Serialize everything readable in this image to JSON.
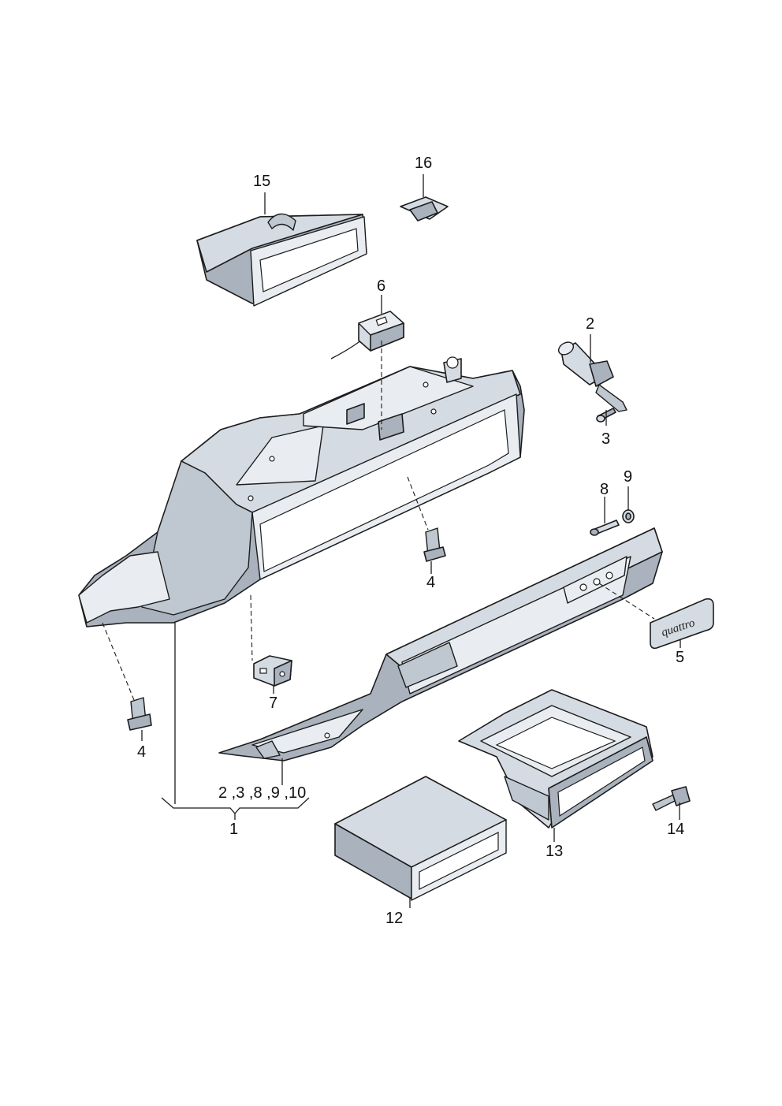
{
  "callouts": {
    "c1": "1",
    "c2": "2",
    "c3": "3",
    "c4a": "4",
    "c4b": "4",
    "c5": "5",
    "c6": "6",
    "c7": "7",
    "c8": "8",
    "c9": "9",
    "c12": "12",
    "c13": "13",
    "c14": "14",
    "c15": "15",
    "c16": "16",
    "group_members": "2 ,3 ,8 ,9 ,10"
  },
  "emblem_text": "quattro",
  "colors": {
    "part_fill": "#d5dbe2",
    "part_shadow": "#a9b2bd",
    "outline": "#1c1c1c"
  }
}
